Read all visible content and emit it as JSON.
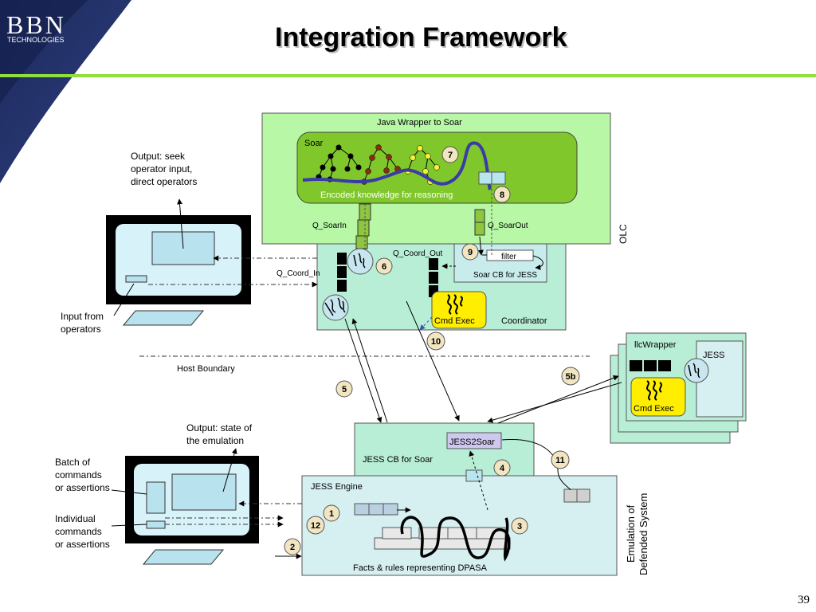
{
  "slide": {
    "logo_main": "BBN",
    "logo_sub": "TECHNOLOGIES",
    "title": "Integration Framework",
    "page_number": "39"
  },
  "diagram": {
    "java_wrapper": "Java Wrapper to Soar",
    "soar": "Soar",
    "encoded_knowledge": "Encoded knowledge for reasoning",
    "olc": "OLC",
    "q_soarin": "Q_SoarIn",
    "q_soarout": "Q_SoarOut",
    "q_coord_out": "Q_Coord_Out",
    "q_coord_in": "Q_Coord_In",
    "filter": "filter",
    "soar_cb_jess": "Soar CB  for JESS",
    "cmd_exec": "Cmd Exec",
    "coordinator": "Coordinator",
    "host_boundary": "Host Boundary",
    "output_seek_1": "Output: seek",
    "output_seek_2": "operator input,",
    "output_seek_3": "direct operators",
    "input_from_1": "Input from",
    "input_from_2": "operators",
    "output_state_1": "Output: state of",
    "output_state_2": "the emulation",
    "batch_1": "Batch of",
    "batch_2": "commands",
    "batch_3": "or assertions",
    "indiv_1": "Individual",
    "indiv_2": "commands",
    "indiv_3": "or assertions",
    "jess_cb_soar": "JESS CB for Soar",
    "jess2soar": "JESS2Soar",
    "jess_engine": "JESS Engine",
    "facts_rules": "Facts & rules  representing DPASA",
    "emulation_1": "Emulation of",
    "emulation_2": "Defended System",
    "llc_wrapper": "llcWrapper",
    "jess": "JESS",
    "num_1": "1",
    "num_2": "2",
    "num_3": "3",
    "num_4": "4",
    "num_5": "5",
    "num_5b": "5b",
    "num_6": "6",
    "num_7": "7",
    "num_8": "8",
    "num_9": "9",
    "num_10": "10",
    "num_11": "11",
    "num_12": "12"
  }
}
